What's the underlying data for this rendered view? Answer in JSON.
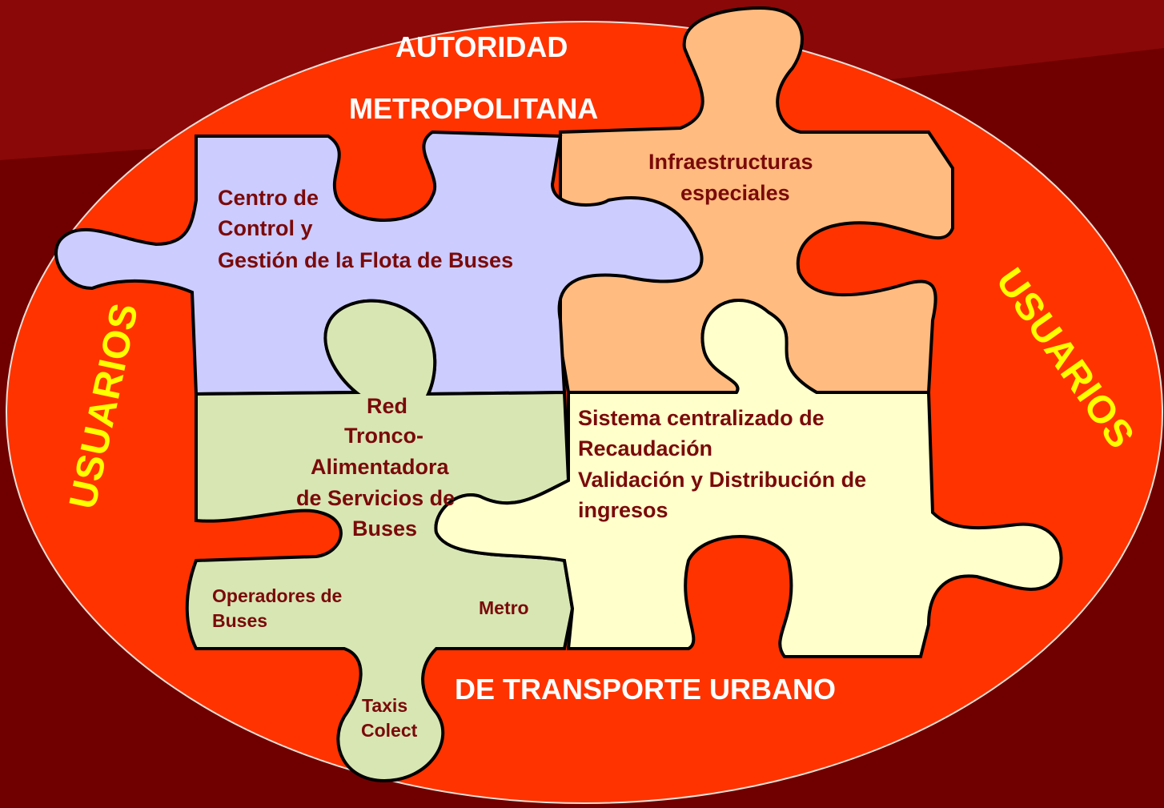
{
  "colors": {
    "background": "#700000",
    "ellipse": "#ff3300",
    "piece_control": "#ccccff",
    "piece_infra": "#ffbb80",
    "piece_red": "#d8e6b4",
    "piece_recaudacion": "#ffffcc",
    "label_dark": "#7a0a0a",
    "usuarios": "#ffff00"
  },
  "labels": {
    "top_line1": "AUTORIDAD",
    "top_line2": "METROPOLITANA",
    "bottom": "DE TRANSPORTE URBANO",
    "usuarios_left": "USUARIOS",
    "usuarios_right": "USUARIOS"
  },
  "pieces": {
    "control": {
      "line1": "Centro de",
      "line2": "Control y",
      "line3": "Gestión de la Flota de Buses"
    },
    "infra": {
      "line1": "Infraestructuras",
      "line2": "especiales"
    },
    "red": {
      "line1": "Red",
      "line2": "Tronco-",
      "line3": "Alimentadora",
      "line4": "de Servicios de",
      "line5": "Buses"
    },
    "recaudacion": {
      "line1": "Sistema centralizado de",
      "line2": "Recaudación",
      "line3": "Validación y Distribución de",
      "line4": "ingresos"
    },
    "operadores": {
      "line1": "Operadores de",
      "line2": "Buses"
    },
    "metro": "Metro",
    "taxis": {
      "line1": "Taxis",
      "line2": "Colect"
    }
  }
}
